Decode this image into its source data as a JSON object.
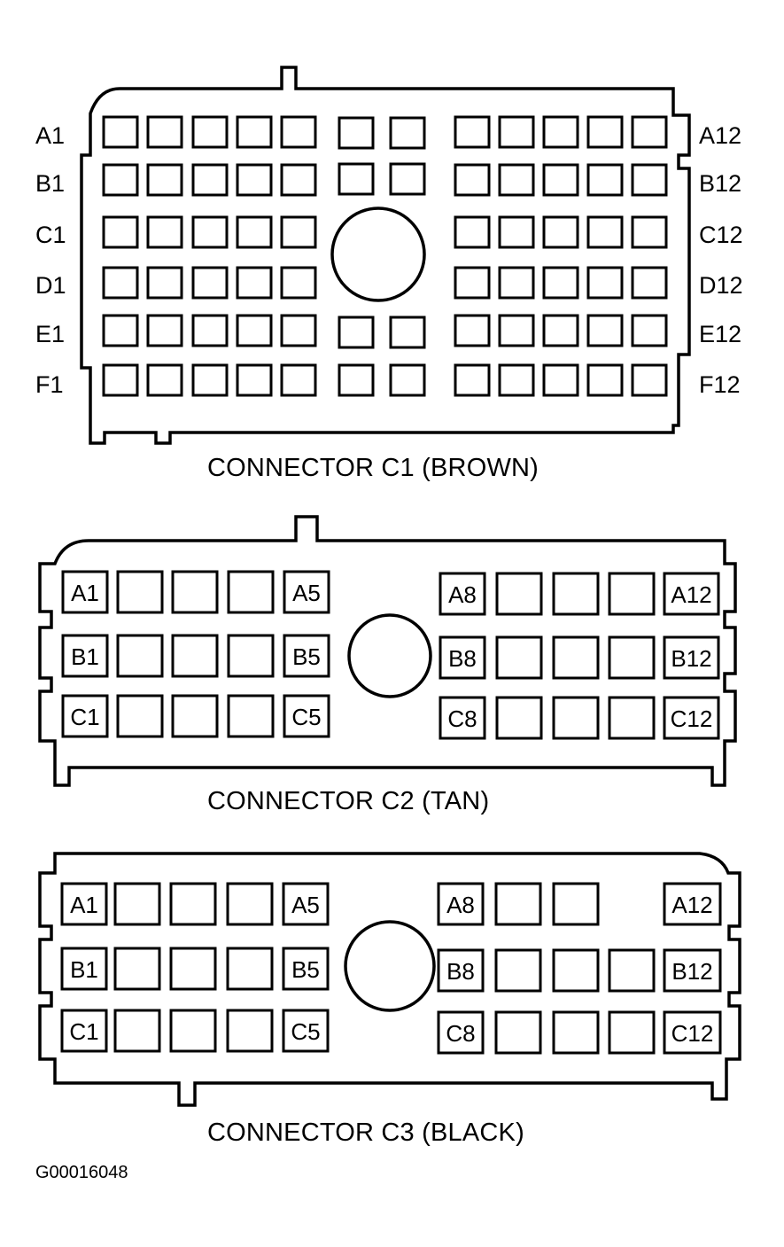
{
  "c1": {
    "caption": "CONNECTOR C1 (BROWN)",
    "row_labels_left": [
      "A1",
      "B1",
      "C1",
      "D1",
      "E1",
      "F1"
    ],
    "row_labels_right": [
      "A12",
      "B12",
      "C12",
      "D12",
      "E12",
      "F12"
    ]
  },
  "c2": {
    "caption": "CONNECTOR C2 (TAN)",
    "cells": [
      [
        "A1",
        "",
        "",
        "",
        "A5",
        "A8",
        "",
        "",
        "",
        "A12"
      ],
      [
        "B1",
        "",
        "",
        "",
        "B5",
        "B8",
        "",
        "",
        "",
        "B12"
      ],
      [
        "C1",
        "",
        "",
        "",
        "C5",
        "C8",
        "",
        "",
        "",
        "C12"
      ]
    ]
  },
  "c3": {
    "caption": "CONNECTOR C3 (BLACK)",
    "cells": [
      [
        "A1",
        "",
        "",
        "",
        "A5",
        "A8",
        "",
        "",
        "A12"
      ],
      [
        "B1",
        "",
        "",
        "",
        "B5",
        "B8",
        "",
        "",
        "",
        "B12"
      ],
      [
        "C1",
        "",
        "",
        "",
        "C5",
        "C8",
        "",
        "",
        "",
        "C12"
      ]
    ]
  },
  "figure_id": "G00016048"
}
